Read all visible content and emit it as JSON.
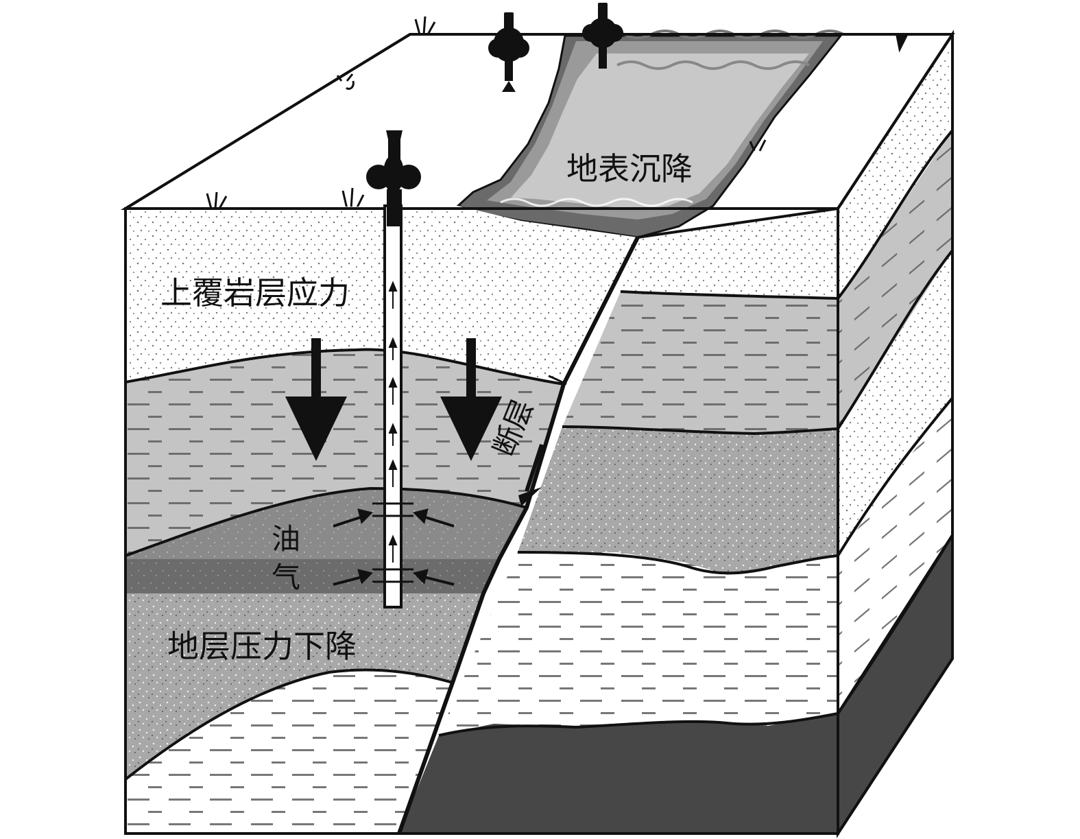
{
  "labels": {
    "surface_subsidence": "地表沉降",
    "overburden_stress": "上覆岩层应力",
    "fault": "断层",
    "oil": "油",
    "gas": "气",
    "pressure_drop": "地层压力下降"
  },
  "colors": {
    "outline": "#111111",
    "sand_light": "#ffffff",
    "shale_mid": "#c4c4c4",
    "sandstone_dark": "#a8a8a8",
    "reservoir": "#8a8a8a",
    "gas_band": "#6c6c6c",
    "water_light": "#c8c8c8",
    "water_mid": "#9a9a9a",
    "water_dark": "#6a6a6a",
    "basement": "#474747",
    "dash": "#666666",
    "dot": "#555555"
  }
}
